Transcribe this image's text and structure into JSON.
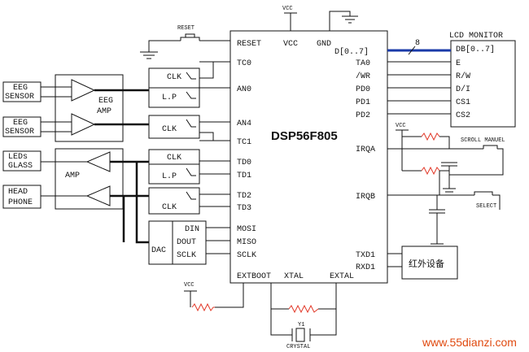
{
  "chip": {
    "name": "DSP56F805",
    "left_pins": [
      "RESET",
      "TC0",
      "AN0",
      "AN4",
      "TC1",
      "TD0",
      "TD1",
      "TD2",
      "TD3",
      "MOSI",
      "MISO",
      "SCLK",
      "EXTBOOT"
    ],
    "top_pins": [
      "VCC",
      "GND"
    ],
    "bottom_pins": [
      "XTAL",
      "EXTAL"
    ],
    "right_pins": [
      "D[0..7]",
      "TA0",
      "/WR",
      "PD0",
      "PD1",
      "PD2",
      "IRQA",
      "IRQB",
      "TXD1",
      "RXD1"
    ]
  },
  "lcd": {
    "title": "LCD MONITOR",
    "pins": [
      "DB[0..7]",
      "E",
      "R/W",
      "D/I",
      "CS1",
      "CS2"
    ],
    "bus_width": "8"
  },
  "sensors": [
    {
      "line1": "EEG",
      "line2": "SENSOR"
    },
    {
      "line1": "EEG",
      "line2": "SENSOR"
    },
    {
      "line1": "LEDs",
      "line2": "GLASS"
    },
    {
      "line1": "HEAD",
      "line2": "PHONE"
    }
  ],
  "amps": {
    "eeg_label_1": "EEG",
    "eeg_label_2": "AMP",
    "out_label": "AMP"
  },
  "filters": [
    {
      "clk": "CLK",
      "lp": "L.P"
    },
    {
      "clk": "CLK"
    },
    {
      "clk": "CLK",
      "lp": "L.P"
    },
    {
      "clk": "CLK"
    }
  ],
  "dac": {
    "label": "DAC",
    "pins": [
      "DIN",
      "DOUT",
      "SCLK"
    ]
  },
  "labels": {
    "reset": "RESET",
    "vcc": "VCC",
    "scroll": "SCROLL MANUEL",
    "select": "SELECT",
    "crystal": "CRYSTAL",
    "y1": "Y1"
  },
  "ir_module": "红外设备",
  "watermark": "www.55dianzi.com"
}
